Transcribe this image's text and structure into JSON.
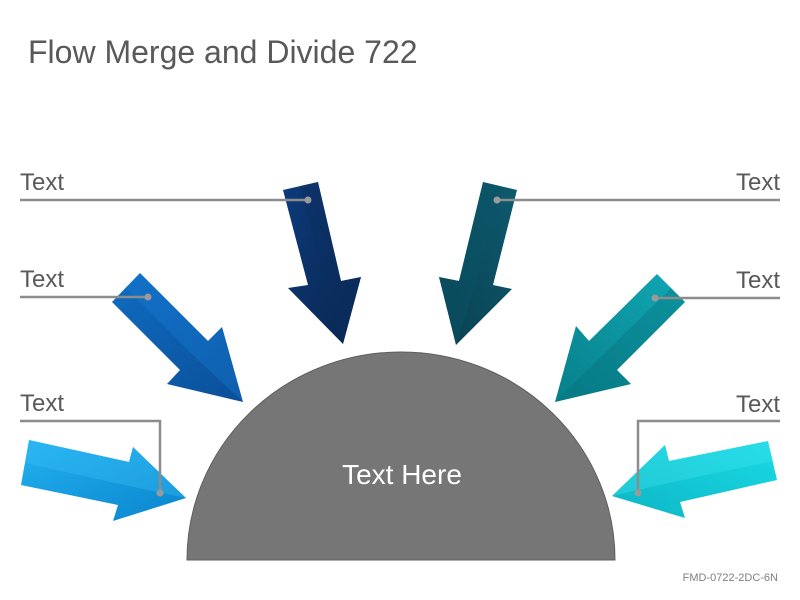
{
  "title": "Flow Merge and Divide 722",
  "center_label": "Text Here",
  "labels": {
    "left_top": "Text",
    "left_mid": "Text",
    "left_bot": "Text",
    "right_top": "Text",
    "right_mid": "Text",
    "right_bot": "Text"
  },
  "footer_code": "FMD-0722-2DC-6N",
  "colors": {
    "semicircle": "#767676",
    "arrow_left_bottom": "#1aa3e8",
    "arrow_left_mid": "#0a5eb0",
    "arrow_left_top": "#0a2f66",
    "arrow_right_top": "#0d4f62",
    "arrow_right_mid": "#0a9aa6",
    "arrow_right_bottom": "#14d0dd",
    "connector": "#8c8c8c"
  }
}
